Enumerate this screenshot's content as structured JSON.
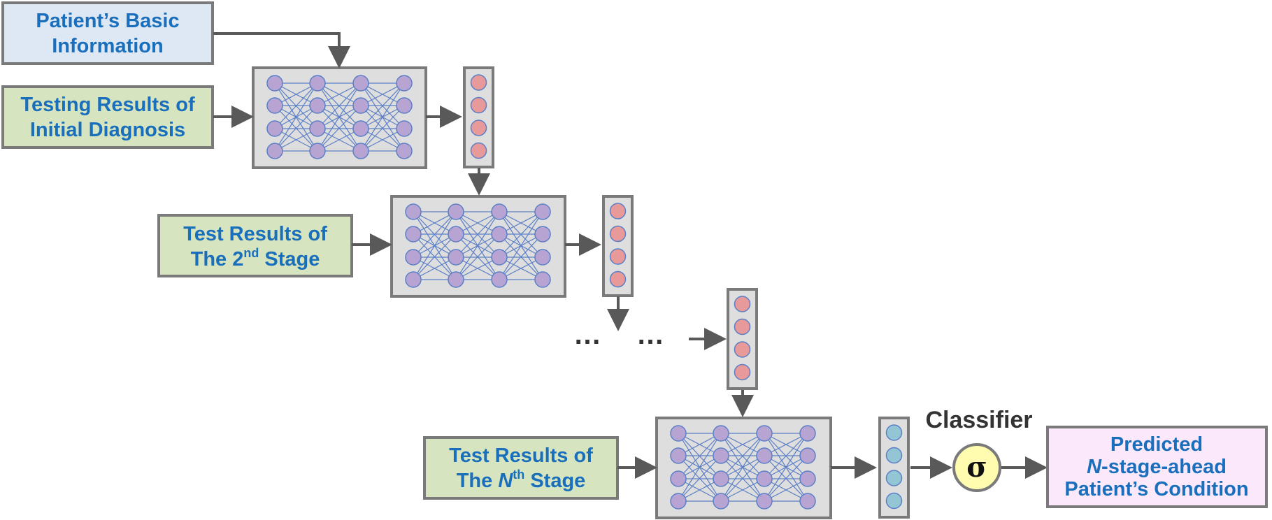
{
  "inputs": {
    "basic_info": {
      "line1": "Patient’s Basic",
      "line2": "Information"
    },
    "initial": {
      "line1": "Testing Results of",
      "line2": "Initial Diagnosis"
    },
    "stage2": {
      "line1": "Test Results of",
      "line2_pre": "The 2",
      "line2_sup": "nd",
      "line2_post": " Stage"
    },
    "stageN": {
      "line1": "Test Results of",
      "line2_pre": "The ",
      "line2_it": "N",
      "line2_sup": "th",
      "line2_post": " Stage"
    }
  },
  "ellipsis": "…",
  "classifier": {
    "label": "Classifier",
    "symbol": "σ"
  },
  "output": {
    "line1": "Predicted",
    "line2_it": "N",
    "line2_rest": "-stage-ahead",
    "line3": "Patient’s Condition"
  },
  "colors": {
    "text": "#1a6fbd",
    "neuron": "#b7a4d2",
    "neuron_stroke": "#5b7fc6",
    "red_node": "#e89a9a",
    "teal_node": "#93c5d5",
    "net_bg": "#dedede",
    "box_blue": "#dde8f4",
    "box_green": "#d6e5bf",
    "box_pink": "#fbe9fb",
    "sigma": "#fffcb0",
    "border": "#7a7a7a",
    "arrow": "#595959"
  }
}
